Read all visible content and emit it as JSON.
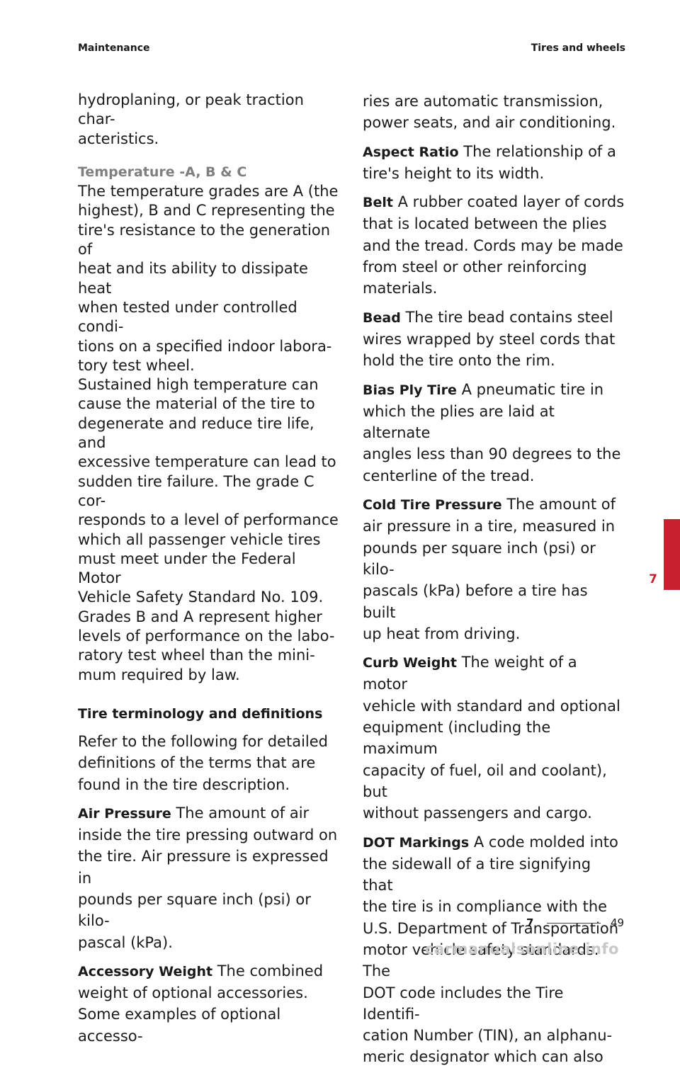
{
  "header": {
    "left": "Maintenance",
    "right": "Tires and wheels"
  },
  "left_column": {
    "continuation": "hydroplaning, or peak traction char-\nacteristics.",
    "temp_heading": "Temperature -A, B & C",
    "temp_para1": "The temperature grades are A (the\nhighest), B and C representing the\ntire's resistance to the generation of\nheat and its ability to dissipate heat\nwhen tested under controlled condi-\ntions on a specified indoor labora-\ntory test wheel.",
    "temp_para2": "Sustained high temperature can\ncause the material of the tire to\ndegenerate and reduce tire life, and\nexcessive temperature can lead to\nsudden tire failure. The grade C cor-\nresponds to a level of performance\nwhich all passenger vehicle tires\nmust meet under the Federal Motor\nVehicle Safety Standard No. 109.\nGrades B and A represent higher\nlevels of performance on the labo-\nratory test wheel than the mini-\nmum required by law.",
    "terminology_heading": "Tire terminology and definitions",
    "terminology_intro": "Refer to the following for detailed\ndefinitions of the terms that are\nfound in the tire description.",
    "defs": [
      {
        "term": "Air Pressure",
        "text": " The amount of air\ninside the tire pressing outward on\nthe tire. Air pressure is expressed in\npounds per square inch (psi) or kilo-\npascal (kPa)."
      },
      {
        "term": "Accessory Weight",
        "text": " The combined\nweight of optional accessories.\nSome examples of optional accesso-"
      }
    ]
  },
  "right_column": {
    "continuation": "ries are automatic transmission,\npower seats, and air conditioning.",
    "defs": [
      {
        "term": "Aspect Ratio",
        "text": " The relationship of a\ntire's height to its width."
      },
      {
        "term": "Belt",
        "text": " A rubber coated layer of cords\nthat is located between the plies\nand the tread. Cords may be made\nfrom steel or other reinforcing\nmaterials."
      },
      {
        "term": "Bead",
        "text": " The tire bead contains steel\nwires wrapped by steel cords that\nhold the tire onto the rim."
      },
      {
        "term": "Bias Ply Tire",
        "text": " A pneumatic tire in\nwhich the plies are laid at alternate\nangles less than 90 degrees to the\ncenterline of the tread."
      },
      {
        "term": "Cold Tire Pressure",
        "text": " The amount of\nair pressure in a tire, measured in\npounds per square inch (psi) or kilo-\npascals (kPa) before a tire has built\nup heat from driving."
      },
      {
        "term": "Curb Weight",
        "text": " The weight of a motor\nvehicle with standard and optional\nequipment (including the maximum\ncapacity of fuel, oil and coolant), but\nwithout passengers and cargo."
      },
      {
        "term": "DOT Markings",
        "text": " A code molded into\nthe sidewall of a tire signifying that\nthe tire is in compliance with the\nU.S. Department of Transportation\nmotor vehicle safety standards. The\nDOT code includes the Tire Identifi-\ncation Number (TIN), an alphanu-\nmeric designator which can also"
      }
    ]
  },
  "side_tab": {
    "number": "7",
    "color": "#c8202f"
  },
  "footer": {
    "chapter": "7",
    "page": "49"
  },
  "watermark": "carmanualsonline.info"
}
